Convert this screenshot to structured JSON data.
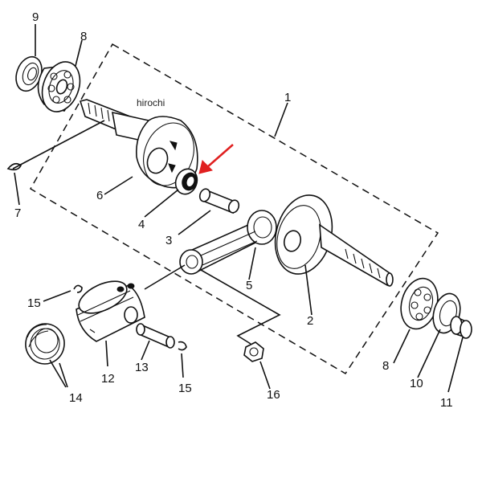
{
  "watermark": "hirochi",
  "arrow_color": "#e02020",
  "line_color": "#111111",
  "callouts": [
    {
      "id": "label-1",
      "text": "1"
    },
    {
      "id": "label-2",
      "text": "2"
    },
    {
      "id": "label-3",
      "text": "3"
    },
    {
      "id": "label-4",
      "text": "4"
    },
    {
      "id": "label-5",
      "text": "5"
    },
    {
      "id": "label-6",
      "text": "6"
    },
    {
      "id": "label-7",
      "text": "7"
    },
    {
      "id": "label-8-top",
      "text": "8"
    },
    {
      "id": "label-8-bottom",
      "text": "8"
    },
    {
      "id": "label-9",
      "text": "9"
    },
    {
      "id": "label-10",
      "text": "10"
    },
    {
      "id": "label-11",
      "text": "11"
    },
    {
      "id": "label-12",
      "text": "12"
    },
    {
      "id": "label-13",
      "text": "13"
    },
    {
      "id": "label-14",
      "text": "14"
    },
    {
      "id": "label-15-left",
      "text": "15"
    },
    {
      "id": "label-15-bottom",
      "text": "15"
    },
    {
      "id": "label-16",
      "text": "16"
    }
  ]
}
